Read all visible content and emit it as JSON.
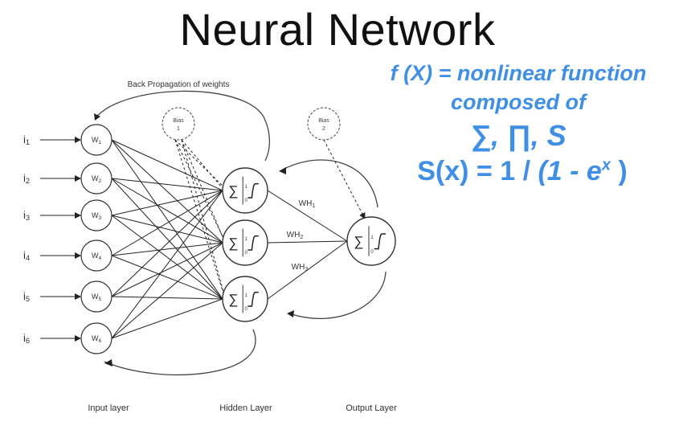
{
  "title": "Neural Network",
  "formula": {
    "line1": "f (X) = nonlinear function",
    "line2": "composed of",
    "line3": "∑, ∏, S",
    "line4_prefix": "S(x) = 1 / ",
    "line4_paren": "(1 - e",
    "line4_exp": "x",
    "line4_close": " )"
  },
  "diagram": {
    "back_propagation_label": "Back Propagation of weights",
    "inputs": [
      "i1",
      "i2",
      "i3",
      "i4",
      "i5",
      "i6"
    ],
    "input_weights": [
      "W1",
      "W2",
      "W3",
      "W4",
      "W5",
      "W6"
    ],
    "bias1": {
      "label": "Bias",
      "value": "1"
    },
    "bias2": {
      "label": "Bias",
      "value": "2"
    },
    "sum_symbol": "∑",
    "activation_top": "1",
    "activation_bottom": "0",
    "hidden_weights": [
      "WH1",
      "WH2",
      "WH3"
    ],
    "layer_labels": [
      "Input layer",
      "Hidden Layer",
      "Output Layer"
    ]
  },
  "colors": {
    "formula": "#3f8fe6",
    "diagram_stroke": "#333333"
  }
}
